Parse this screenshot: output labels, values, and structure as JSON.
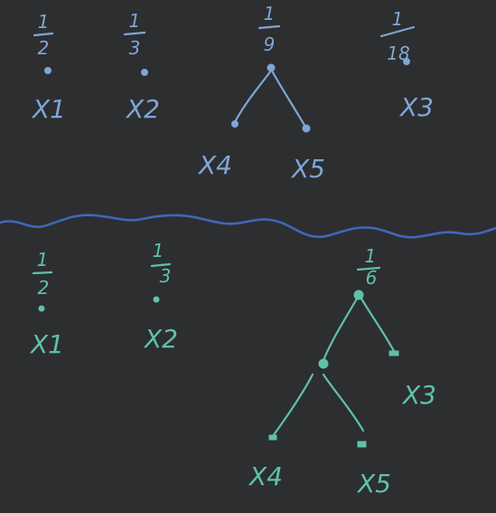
{
  "colors": {
    "background": "#2d2e30",
    "top_ink": "#7ea6d6",
    "bottom_ink": "#5fc2a6",
    "separator": "#3f68b8"
  },
  "top": {
    "prob_x1": {
      "num": "1",
      "den": "2"
    },
    "prob_x2": {
      "num": "1",
      "den": "3"
    },
    "prob_x45": {
      "num": "1",
      "den": "9"
    },
    "prob_x3": {
      "num": "1",
      "den": "18"
    },
    "label_x1": "X1",
    "label_x2": "X2",
    "label_x3": "X3",
    "label_x4": "X4",
    "label_x5": "X5"
  },
  "bottom": {
    "prob_x1": {
      "num": "1",
      "den": "2"
    },
    "prob_x2": {
      "num": "1",
      "den": "3"
    },
    "prob_root": {
      "num": "1",
      "den": "6"
    },
    "label_x1": "X1",
    "label_x2": "X2",
    "label_x3": "X3",
    "label_x4": "X4",
    "label_x5": "X5"
  }
}
